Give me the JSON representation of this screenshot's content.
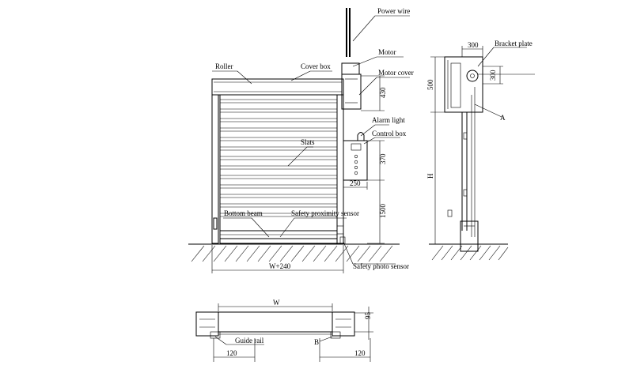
{
  "labels": {
    "power_wire": "Power wire",
    "motor": "Motor",
    "motor_cover": "Motor cover",
    "roller": "Roller",
    "cover_box": "Cover box",
    "alarm_light": "Alarm light",
    "control_box": "Control box",
    "slats": "Slats",
    "bottom_beam": "Bottom beam",
    "safety_proximity_sensor": "Safety proximity sensor",
    "safety_photo_sensor": "Safety photo sensor",
    "bracket_plate": "Bracket plate",
    "guide_rail": "Guide rail",
    "section_a": "A",
    "section_b": "B"
  },
  "dimensions": {
    "motor_height": "430",
    "control_box_height": "370",
    "control_box_width": "250",
    "control_box_mount_height": "1500",
    "overall_width": "W+240",
    "side_top_width": "300",
    "side_bracket_height": "300",
    "side_box_height": "500",
    "door_height": "H",
    "plan_width": "W",
    "plan_depth": "95",
    "plan_left_rail": "120",
    "plan_right_rail": "120"
  }
}
